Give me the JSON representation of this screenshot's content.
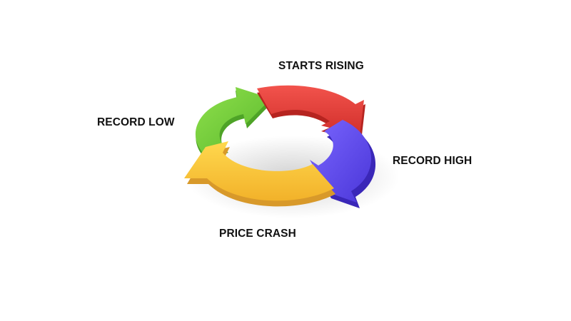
{
  "diagram": {
    "stages": [
      {
        "id": "starts-rising",
        "label": "STARTS RISING",
        "color": "#e8403c"
      },
      {
        "id": "record-high",
        "label": "RECORD HIGH",
        "color": "#6a55ee"
      },
      {
        "id": "price-crash",
        "label": "PRICE CRASH",
        "color": "#f6c43c"
      },
      {
        "id": "record-low",
        "label": "RECORD LOW",
        "color": "#6fcf3c"
      }
    ]
  }
}
